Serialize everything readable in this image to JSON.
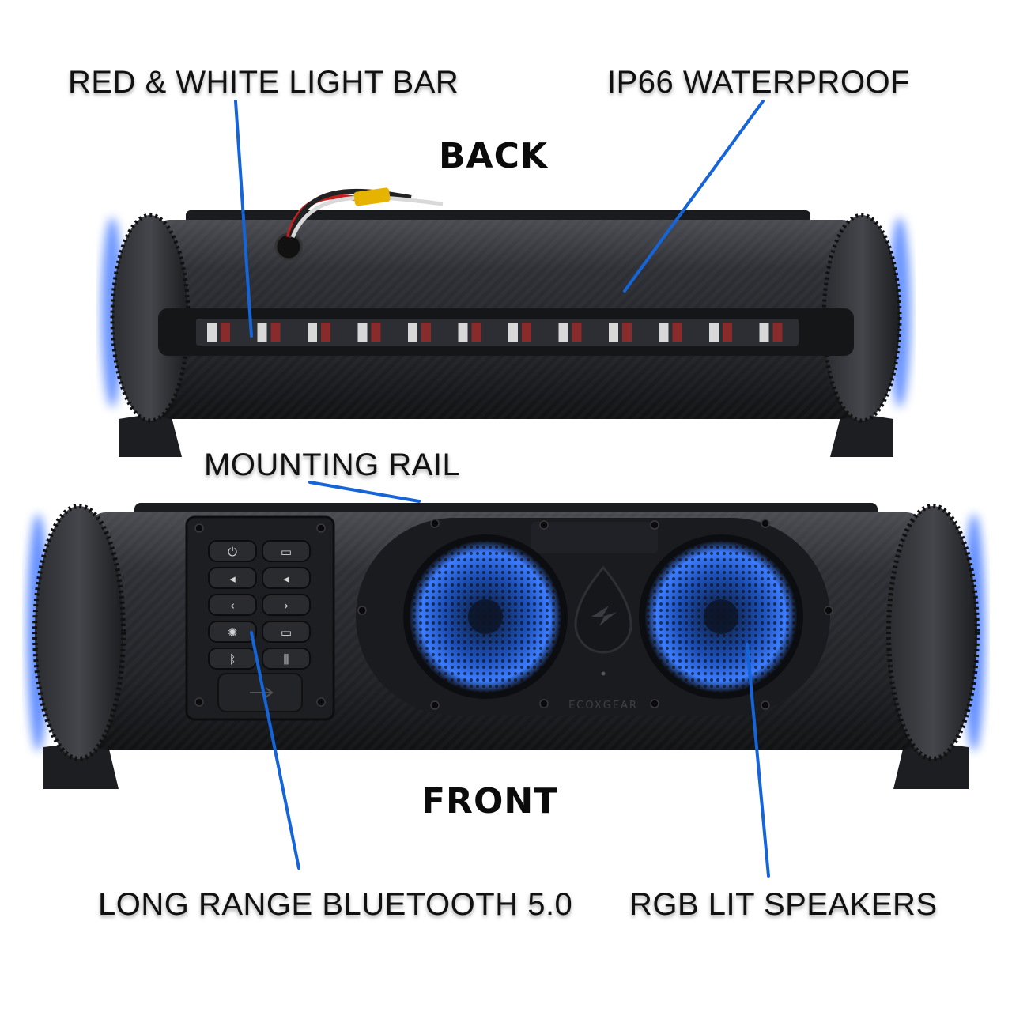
{
  "labels": {
    "light_bar": "RED & WHITE LIGHT BAR",
    "waterproof": "IP66 WATERPROOF",
    "back": "BACK",
    "mounting_rail": "MOUNTING RAIL",
    "front": "FRONT",
    "bluetooth": "LONG RANGE BLUETOOTH 5.0",
    "speakers": "RGB LIT SPEAKERS"
  },
  "brand_text": "ECOXGEAR",
  "colors": {
    "leader_line": "#1565d8",
    "glow": "#4a7dff",
    "body": "#2b2d31",
    "body_dark": "#17181b",
    "end_cap": "#3a3c40",
    "speaker_glow": "#2a6cff"
  },
  "control_panel": {
    "buttons": [
      [
        "power-icon",
        "mode-icon"
      ],
      [
        "volume-down-icon",
        "volume-up-icon"
      ],
      [
        "previous-icon",
        "next-icon"
      ],
      [
        "light-mode-icon",
        "light-bar-icon"
      ],
      [
        "bluetooth-icon",
        "stereo-pair-icon"
      ]
    ]
  }
}
